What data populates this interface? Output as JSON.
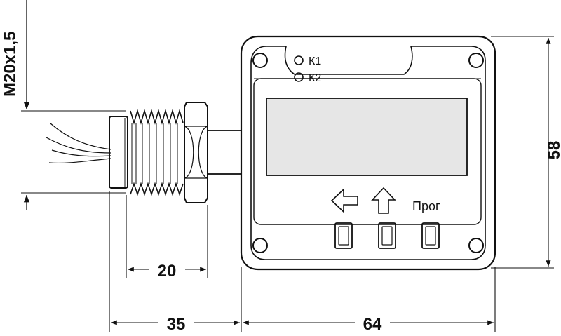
{
  "drawing": {
    "thread_label": "M20x1,5",
    "dim_thread_length": "20",
    "dim_fitting_length": "35",
    "dim_body_width": "64",
    "dim_body_height": "58"
  },
  "panel": {
    "led1_label": "К1",
    "led2_label": "К2",
    "prog_label": "Прог",
    "icons": [
      "arrow-left-icon",
      "arrow-up-icon"
    ],
    "buttons": 3
  },
  "colors": {
    "line": "#111111",
    "display_fill": "#e6e6e6",
    "background": "#ffffff"
  }
}
